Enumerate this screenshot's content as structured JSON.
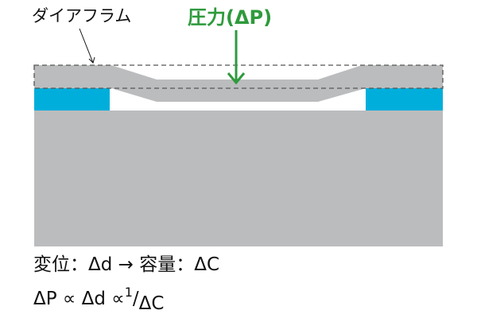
{
  "labels": {
    "diaphragm": "ダイアフラム",
    "pressure": "圧力(ΔP)"
  },
  "equations": {
    "line1": "変位：Δd → 容量：ΔC",
    "line2_lhs": "ΔP ∝ Δd ∝",
    "line2_num": "1",
    "line2_slash": "/",
    "line2_den": "ΔC"
  },
  "colors": {
    "substrate": "#bbbcbe",
    "electrode": "#00aedb",
    "pressure": "#2e9a3c",
    "outline": "#555555"
  }
}
